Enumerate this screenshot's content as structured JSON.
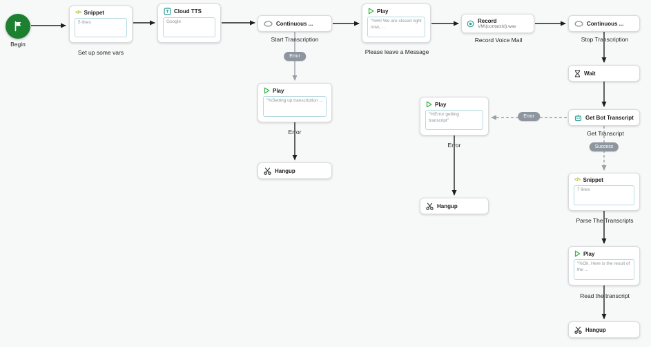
{
  "colors": {
    "canvas_bg": "#f7f8f8",
    "begin_green": "#1b8030",
    "badge_gray": "#8d969e",
    "teal": "#2aa198",
    "play_green": "#3cb44a",
    "snippet_yellow": "#aebe2b",
    "arrow_dark": "#1f1f1f",
    "arrow_gray": "#9aa0a6"
  },
  "icons": {
    "snippet_glyph": "</>"
  },
  "begin": {
    "label": "Begin"
  },
  "nodes": {
    "snippet_vars": {
      "title": "Snippet",
      "value": "5 lines",
      "caption": "Set up some vars"
    },
    "cloud_tts": {
      "title": "Cloud TTS",
      "value": "Google"
    },
    "continuous_start": {
      "title": "Continuous ...",
      "caption": "Start Transcription"
    },
    "play_greeting": {
      "title": "Play",
      "value": "\"%Hi! We are closed right now, ...",
      "caption": "Please leave a Message"
    },
    "record": {
      "title": "Record",
      "value": "VM\\{contactId}.wav",
      "caption": "Record Voice Mail"
    },
    "continuous_stop": {
      "title": "Continuous ...",
      "caption": "Stop Transcription"
    },
    "wait": {
      "title": "Wait"
    },
    "get_bot_transcript": {
      "title": "Get Bot Transcript",
      "caption": "Get Transcript"
    },
    "snippet_parse": {
      "title": "Snippet",
      "value": "7 lines",
      "caption": "Parse The Transcripts"
    },
    "play_result": {
      "title": "Play",
      "value": "\"%Ok. Here is the result of the ...",
      "caption": "Read the transcript"
    },
    "hangup_main": {
      "title": "Hangup"
    },
    "play_error_setup": {
      "title": "Play",
      "value": "\"%Setting up transcription ...",
      "caption": "Error"
    },
    "hangup_error_setup": {
      "title": "Hangup"
    },
    "play_error_transcript": {
      "title": "Play",
      "value": "\"%Error getting transcript\"",
      "caption": "Error"
    },
    "hangup_error_transcript": {
      "title": "Hangup"
    }
  },
  "badges": {
    "error_transcription": "Error",
    "success": "Success",
    "error_get_transcript": "Error"
  }
}
